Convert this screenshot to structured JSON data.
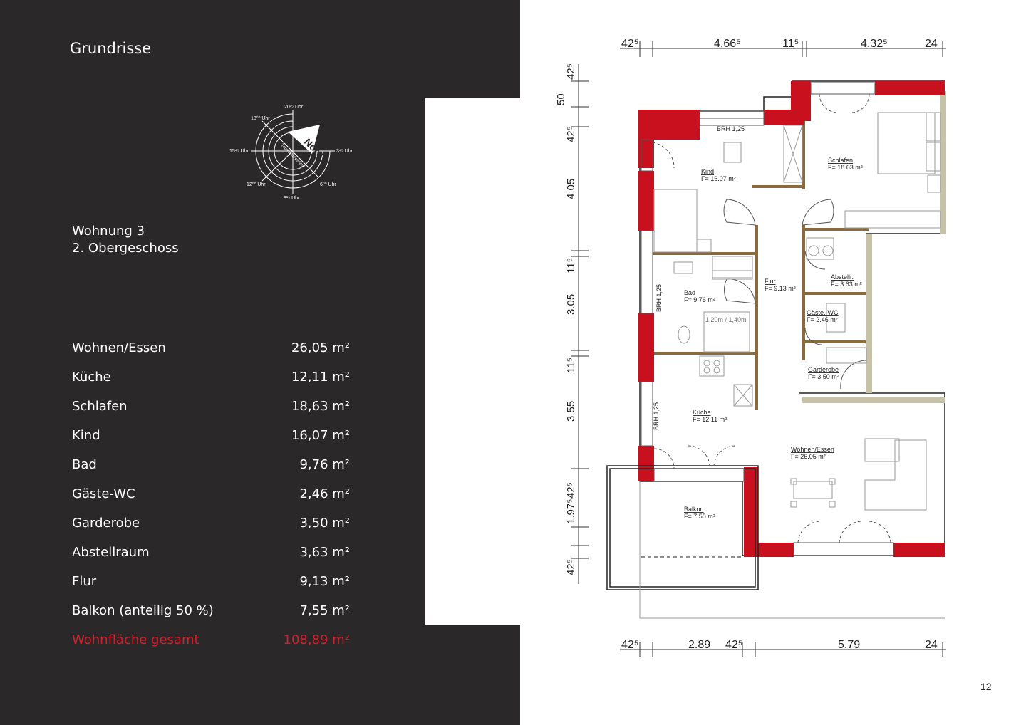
{
  "header": {
    "title": "Grundrisse"
  },
  "apartment": {
    "name": "Wohnung 3",
    "floor": "2. Obergeschoss"
  },
  "rooms": [
    {
      "name": "Wohnen/Essen",
      "area": "26,05 m²"
    },
    {
      "name": "Küche",
      "area": "12,11 m²"
    },
    {
      "name": "Schlafen",
      "area": "18,63 m²"
    },
    {
      "name": "Kind",
      "area": "16,07 m²"
    },
    {
      "name": "Bad",
      "area": "9,76 m²"
    },
    {
      "name": "Gäste-WC",
      "area": "2,46 m²"
    },
    {
      "name": "Garderobe",
      "area": "3,50 m²"
    },
    {
      "name": "Abstellraum",
      "area": "3,63 m²"
    },
    {
      "name": "Flur",
      "area": "9,13 m²"
    },
    {
      "name": "Balkon (anteilig 50 %)",
      "area": "7,55 m²"
    }
  ],
  "total": {
    "label": "Wohnfläche gesamt",
    "area": "108,89 m²"
  },
  "compass": {
    "north_label": "Nord",
    "sun_label": "Tageslichtverlauf",
    "times": {
      "t1": "20¹⁵ Uhr",
      "t2": "18⁰⁰ Uhr",
      "t3": "15⁴⁵ Uhr",
      "t4": "12⁰⁰ Uhr",
      "t5": "8¹⁵ Uhr",
      "t6": "6⁰⁰ Uhr",
      "t7": "3⁴⁵ Uhr"
    }
  },
  "plan": {
    "top_dims": {
      "d1": "42⁵",
      "d2": "4.66⁵",
      "d3": "11⁵",
      "d4": "4.32⁵",
      "d5": "24"
    },
    "bottom_dims": {
      "d1": "42⁵",
      "d2": "2.89",
      "d3": "42⁵",
      "d4": "5.79",
      "d5": "24"
    },
    "left_dims": {
      "d1": "42⁵",
      "d2": "50",
      "d3": "42⁵",
      "d4": "4.05",
      "d5": "11⁵",
      "d6": "3.05",
      "d7": "11⁵",
      "d8": "3.55",
      "d9": "1.97⁵",
      "d10": "42⁵",
      "d11": "42⁵"
    },
    "rooms": {
      "kind": {
        "name": "Kind",
        "area": "F= 16.07 m²"
      },
      "schlafen": {
        "name": "Schlafen",
        "area": "F= 18.63 m²"
      },
      "bad": {
        "name": "Bad",
        "area": "F= 9.76 m²"
      },
      "flur": {
        "name": "Flur",
        "area": "F= 9.13 m²"
      },
      "abstell": {
        "name": "Abstellr.",
        "area": "F= 3.63 m²"
      },
      "gaeste": {
        "name": "Gäste.-WC",
        "area": "F= 2.46 m²"
      },
      "garderobe": {
        "name": "Garderobe",
        "area": "F= 3.50 m²"
      },
      "kueche": {
        "name": "Küche",
        "area": "F= 12.11 m²"
      },
      "wohnen": {
        "name": "Wohnen/Essen",
        "area": "F= 26.05 m²"
      },
      "balkon": {
        "name": "Balkon",
        "area": "F= 7.55 m²"
      }
    },
    "brh_top": "BRH 1,25",
    "brh_bad": "BRH 1,25",
    "brh_kueche": "BRH 1,25",
    "shower": "1,20m / 1,40m"
  },
  "footer": {
    "page_number": "12"
  },
  "colors": {
    "background": "#2a2829",
    "accent": "#d4202c",
    "wall_red": "#c8101e"
  }
}
